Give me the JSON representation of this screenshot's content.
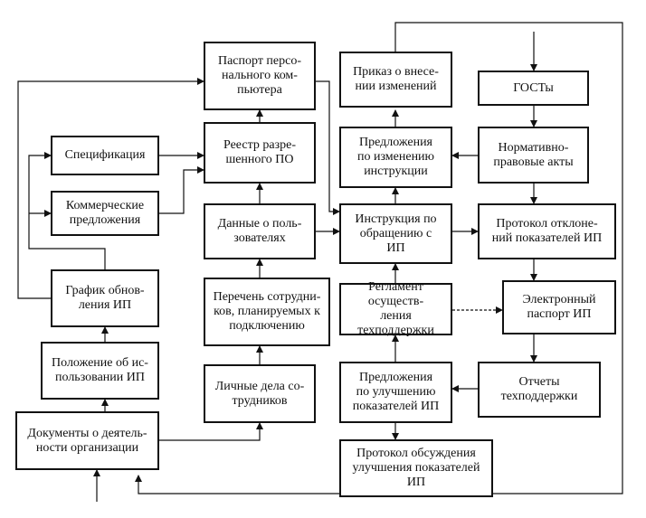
{
  "boxes": {
    "passport_pc": "Паспорт персо-\nнального ком-\nпьютера",
    "order_changes": "Приказ о внесе-\nнии изменений",
    "gosts": "ГОСТы",
    "specification": "Спецификация",
    "registry_po": "Реестр разре-\nшенного ПО",
    "proposals_change_instr": "Предложения\nпо изменению\nинструкции",
    "normative_acts": "Нормативно-\nправовые акты",
    "commercial_offers": "Коммерческие\nпредложения",
    "user_data": "Данные о поль-\nзователях",
    "instruction_ip": "Инструкция по\nобращению с\nИП",
    "protocol_deviations": "Протокол отклоне-\nний показателей ИП",
    "update_schedule": "График обнов-\nления ИП",
    "staff_list": "Перечень сотрудни-\nков, планируемых к\nподключению",
    "support_regulation": "Регламент осуществ-\nления техподдержки",
    "electronic_passport": "Электронный\nпаспорт ИП",
    "usage_regulation": "Положение об ис-\nпользовании ИП",
    "personal_files": "Личные дела со-\nтрудников",
    "proposals_improve": "Предложения\nпо улучшению\nпоказателей ИП",
    "support_reports": "Отчеты\nтехподдержки",
    "org_docs": "Документы о деятель-\nности организации",
    "protocol_discussion": "Протокол обсуждения\nулучшения показателей\nИП"
  }
}
